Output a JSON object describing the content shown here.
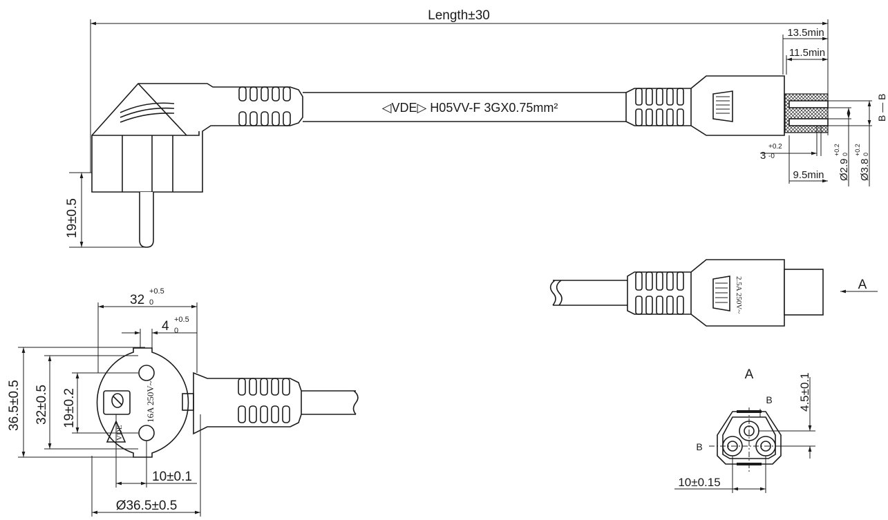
{
  "dims": {
    "length": "Length±30",
    "d_13_5": "13.5min",
    "d_11_5": "11.5min",
    "d_9_5": "9.5min",
    "d_3": "3",
    "d_3_tol_up": "+0.2",
    "d_3_tol_lo": "-0",
    "d_phi29": "Ø2.9",
    "d_phi29_tol_up": "+0.2",
    "d_phi29_tol_lo": "0",
    "d_phi38": "Ø3.8",
    "d_phi38_tol_up": "+0.2",
    "d_phi38_tol_lo": "0",
    "d_19_pin": "19±0.5",
    "d_32": "32",
    "d_32_tol_up": "+0.5",
    "d_32_tol_lo": "0",
    "d_4": "4",
    "d_4_tol_up": "+0.5",
    "d_4_tol_lo": "0",
    "d_36_5": "36.5±0.5",
    "d_32_5": "32±0.5",
    "d_19_2": "19±0.2",
    "d_10_1": "10±0.1",
    "d_phi36_5": "Ø36.5±0.5",
    "d_4_5": "4.5±0.1",
    "d_10_15": "10±0.15"
  },
  "cable_marking": "◁VDE▷ H05VV-F 3GX0.75mm²",
  "section_bb": "B — B",
  "view_a_arrow": "A",
  "view_a_title": "A",
  "label_b1": "B",
  "label_b2": "B",
  "plug_rating": "16A 250V~",
  "plug_cert": "VDE",
  "connector_rating": "2.5A 250V~"
}
